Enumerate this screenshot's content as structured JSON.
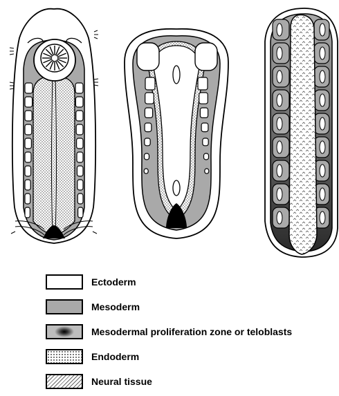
{
  "colors": {
    "outline": "#000000",
    "ectoderm": "#ffffff",
    "mesoderm": "#a9a9a9",
    "proliferation": "#000000",
    "endoderm_dots": "#555555",
    "neural_marks": "#555555"
  },
  "legend": {
    "items": [
      {
        "key": "ectoderm",
        "label": "Ectoderm"
      },
      {
        "key": "mesoderm",
        "label": "Mesoderm"
      },
      {
        "key": "proliferation",
        "label": "Mesodermal proliferation zone or teloblasts"
      },
      {
        "key": "endoderm",
        "label": "Endoderm"
      },
      {
        "key": "neural",
        "label": "Neural tissue"
      }
    ]
  },
  "diagrams": [
    {
      "key": "left-embryo",
      "mesoderm_segments_per_side": 10
    },
    {
      "key": "middle-embryo",
      "mesoderm_segments_per_side": 7
    },
    {
      "key": "right-embryo",
      "mesoderm_segments": 9
    }
  ]
}
